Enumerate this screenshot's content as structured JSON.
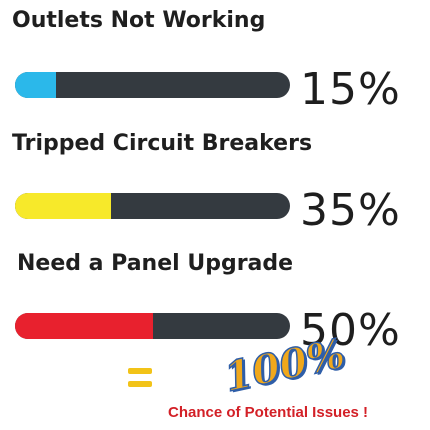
{
  "items": [
    {
      "label": "Outlets Not Working",
      "percent_text": "15%",
      "level": 0.15,
      "fill_color": "#2bb8ea"
    },
    {
      "label": "Tripped Circuit Breakers",
      "percent_text": "35%",
      "level": 0.35,
      "fill_color": "#f7e92a"
    },
    {
      "label": "Need a Panel Upgrade",
      "percent_text": "50%",
      "level": 0.5,
      "fill_color": "#e8212e"
    }
  ],
  "bar_track_color": "#343a40",
  "summary": {
    "equals_symbol": "=",
    "total_text": "100%",
    "caption": "Chance of Potential Issues !"
  }
}
